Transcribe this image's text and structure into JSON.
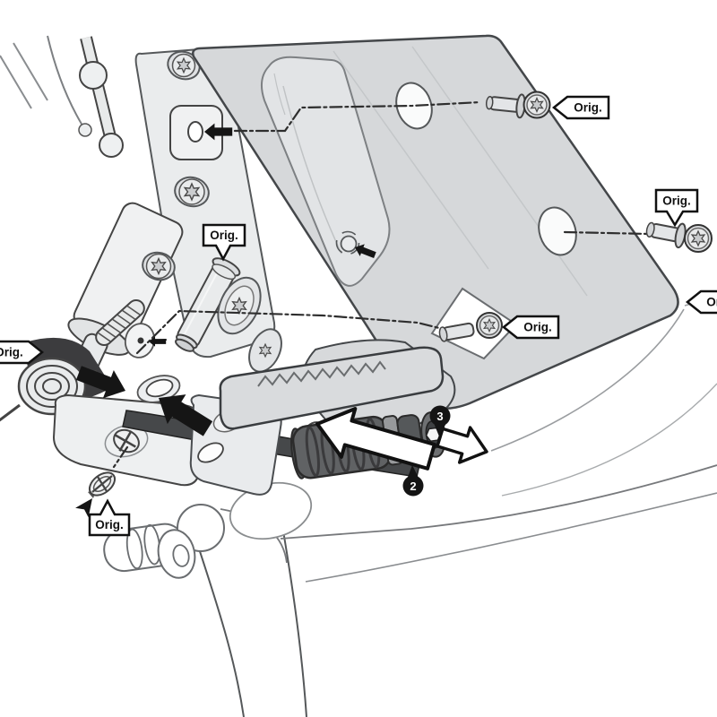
{
  "figure": {
    "background": "#ffffff"
  },
  "callouts": [
    {
      "id": "top-right-bolt",
      "text": "Orig."
    },
    {
      "id": "right-upper-bolt",
      "text": "Orig."
    },
    {
      "id": "right-edge-bolt",
      "text": "Orig."
    },
    {
      "id": "panel-lower-bolt",
      "text": "Orig."
    },
    {
      "id": "pivot-pin",
      "text": "Orig."
    },
    {
      "id": "left-edge-spring",
      "text": "Orig."
    },
    {
      "id": "bottom-left-screw",
      "text": "Orig."
    }
  ],
  "badges": [
    {
      "id": "footpeg",
      "number": "2"
    },
    {
      "id": "footpeg-bolt",
      "number": "3"
    }
  ],
  "colors": {
    "panel": "#d6d8da",
    "panel_window": "#e2e4e6",
    "outline": "#3b3b3b",
    "footpeg_rubber": "#606264",
    "dark_blade": "#46484a",
    "badge_background": "#141414",
    "callout_border": "#111111",
    "background": "#ffffff"
  }
}
